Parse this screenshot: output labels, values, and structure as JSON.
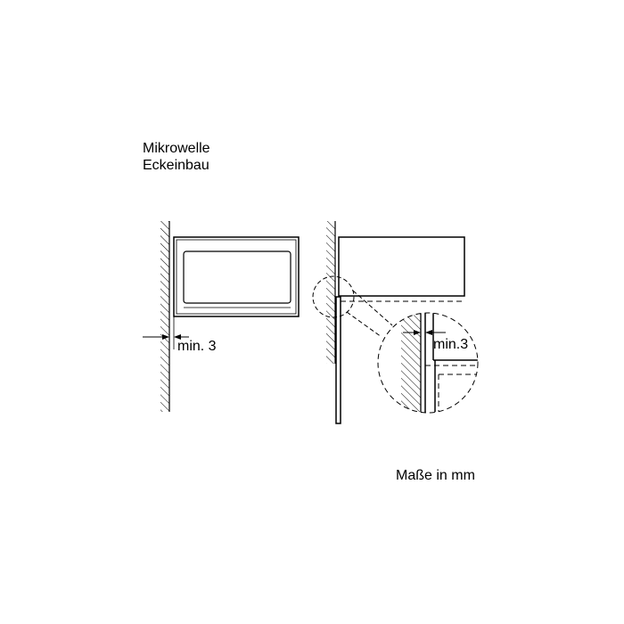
{
  "title": {
    "line1": "Mikrowelle",
    "line2": "Eckeinbau"
  },
  "dimensions": {
    "left_clearance_label": "min. 3",
    "detail_clearance_label": "min.3"
  },
  "footer": {
    "units_note": "Maße in mm"
  },
  "colors": {
    "line": "#000000",
    "background": "#ffffff"
  }
}
